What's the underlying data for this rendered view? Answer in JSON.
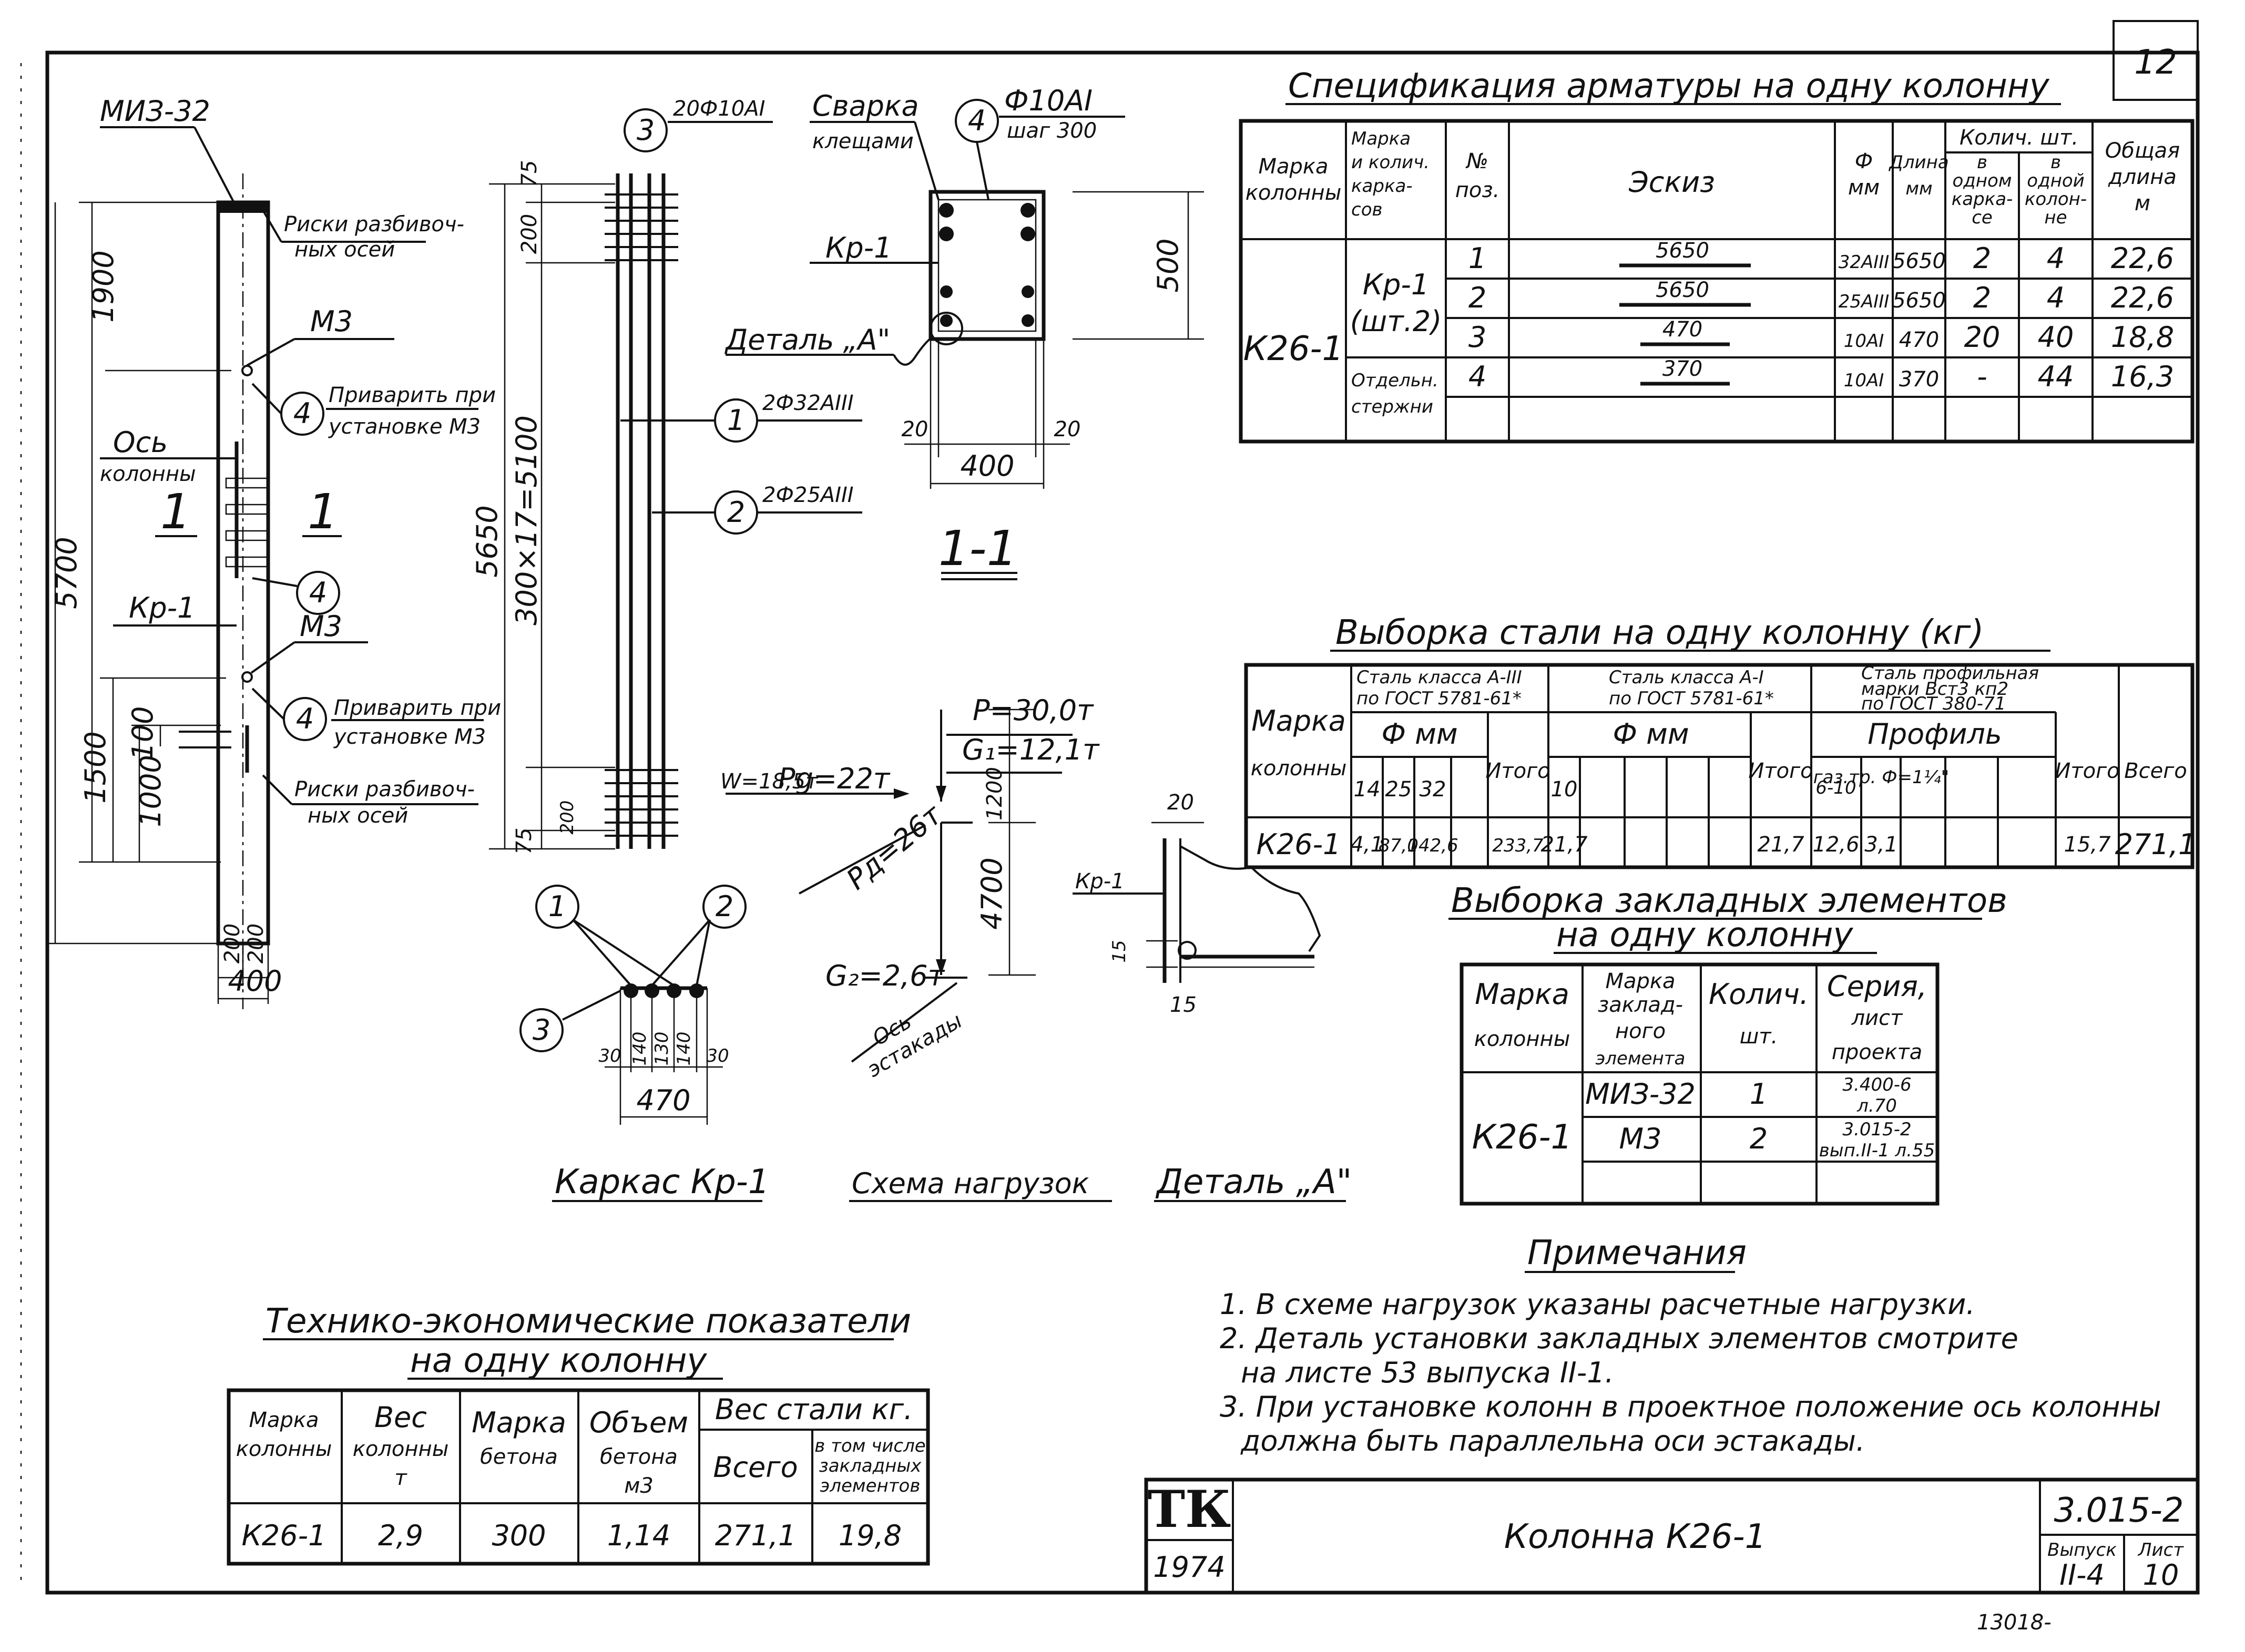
{
  "sheet": {
    "number_top": "12",
    "stamp_logo": "ТК",
    "year": "1974",
    "title": "Колонна К26-1",
    "code": "3.015-2",
    "vypusk_label": "Выпуск",
    "vypusk_value": "II-4",
    "list_label": "Лист",
    "list_value": "10",
    "archive_no": "13018-"
  },
  "column_elevation": {
    "miz": "МИЗ-32",
    "riski_top": [
      "Риски разбивоч-",
      "ных осей"
    ],
    "m3_top": "М3",
    "weld_top": [
      "Приварить при",
      "установке М3"
    ],
    "axis": [
      "Ось",
      "колонны"
    ],
    "section_mark": "1",
    "kp": "Кр-1",
    "m3_bottom": "М3",
    "weld_bottom": [
      "Приварить при",
      "установке М3"
    ],
    "riski_bottom": [
      "Риски разбивоч-",
      "ных осей"
    ],
    "dims": [
      "1900",
      "5700",
      "1500",
      "1000",
      "100",
      "200",
      "200",
      "400"
    ],
    "callout_4": "4"
  },
  "cage": {
    "callout_3": "3",
    "bar_3": "20Ф10АI",
    "callout_1": "1",
    "bar_1": "2Ф32АIII",
    "callout_2": "2",
    "bar_2": "2Ф25АIII",
    "dims": [
      "75",
      "200",
      "5650",
      "300×17=5100",
      "75",
      "200"
    ],
    "section_dims": [
      "30",
      "140",
      "130",
      "140",
      "30",
      "470"
    ],
    "caption": "Каркас Кр-1"
  },
  "section": {
    "weld": [
      "Сварка",
      "клещами"
    ],
    "callout_4": "4",
    "bar_4": "Ф10АI",
    "step": "шаг 300",
    "kp": "Кр-1",
    "detail": "Деталь „А\"",
    "dims": [
      "500",
      "20",
      "20",
      "400"
    ],
    "caption": "1-1"
  },
  "loads": {
    "p": "P=30,0т",
    "g1": "G₁=12,1т",
    "w": "W=18,5т",
    "pg": "Pg=22т",
    "pd": "Pд=26т",
    "g2": "G₂=2,6т",
    "dims": [
      "1200",
      "4700"
    ],
    "axis": [
      "Ось",
      "эстакады"
    ],
    "caption": "Схема нагрузок"
  },
  "detail_a": {
    "dims": [
      "20",
      "15",
      "15"
    ],
    "kp": "Кр-1",
    "caption": "Деталь „А\""
  },
  "spec": {
    "title": "Спецификация арматуры на одну колонну",
    "headers": {
      "marka": [
        "Марка",
        "колонны"
      ],
      "karkas": [
        "Марка",
        "и колич.",
        "карка-",
        "сов"
      ],
      "poz": [
        "№",
        "поз."
      ],
      "eskiz": "Эскиз",
      "phi": [
        "Ф",
        "мм"
      ],
      "dlina": [
        "Длина",
        "мм"
      ],
      "kolich": "Колич. шт.",
      "v_karkase": [
        "в",
        "одном",
        "карка-",
        "се"
      ],
      "v_kolonne": [
        "в",
        "одной",
        "колон-",
        "не"
      ],
      "obshchaya": [
        "Общая",
        "длина",
        "м"
      ]
    },
    "column_mark": "К26-1",
    "karkas_mark": [
      "Кр-1",
      "(шт.2)"
    ],
    "otd_sterzhni": [
      "Отдельн.",
      "стержни"
    ],
    "rows": [
      {
        "poz": "1",
        "eskiz": "5650",
        "phi": "32АIII",
        "dlina": "5650",
        "v_karkase": "2",
        "v_kolonne": "4",
        "obshch": "22,6"
      },
      {
        "poz": "2",
        "eskiz": "5650",
        "phi": "25АIII",
        "dlina": "5650",
        "v_karkase": "2",
        "v_kolonne": "4",
        "obshch": "22,6"
      },
      {
        "poz": "3",
        "eskiz": "470",
        "phi": "10АI",
        "dlina": "470",
        "v_karkase": "20",
        "v_kolonne": "40",
        "obshch": "18,8"
      },
      {
        "poz": "4",
        "eskiz": "370",
        "phi": "10АI",
        "dlina": "370",
        "v_karkase": "-",
        "v_kolonne": "44",
        "obshch": "16,3"
      }
    ]
  },
  "steel": {
    "title": "Выборка стали на одну колонну (кг)",
    "headers": {
      "marka": [
        "Марка",
        "колонны"
      ],
      "a3": [
        "Сталь класса А-III",
        "по ГОСТ 5781-61*"
      ],
      "a1": [
        "Сталь класса А-I",
        "по ГОСТ 5781-61*"
      ],
      "prof": [
        "Сталь профильная",
        "марки Вст3 кп2",
        "по ГОСТ 380-71"
      ],
      "phi_mm": "Ф мм",
      "profile": "Профиль",
      "itogo": "Итого",
      "vsego": "Всего",
      "a3_diams": [
        "14",
        "25",
        "32"
      ],
      "a1_diams": [
        "10"
      ],
      "prof_cols": [
        "6-10",
        "газ.тр. Ф=1¼\""
      ]
    },
    "row": {
      "marka": "К26-1",
      "a3": [
        "4,1",
        "87,0",
        "142,6"
      ],
      "a3_itogo": "233,7",
      "a1": [
        "21,7"
      ],
      "a1_itogo": "21,7",
      "prof": [
        "12,6",
        "3,1"
      ],
      "prof_itogo": "15,7",
      "vsego": "271,1"
    }
  },
  "embedded": {
    "title": [
      "Выборка закладных элементов",
      "на одну колонну"
    ],
    "headers": {
      "marka": [
        "Марка",
        "колонны"
      ],
      "zakl": [
        "Марка",
        "заклад-",
        "ного",
        "элемента"
      ],
      "kol": [
        "Колич.",
        "шт."
      ],
      "seria": [
        "Серия,",
        "лист",
        "проекта"
      ]
    },
    "column_mark": "К26-1",
    "rows": [
      {
        "el": "МИЗ-32",
        "kol": "1",
        "seria": [
          "3.400-6",
          "л.70"
        ]
      },
      {
        "el": "М3",
        "kol": "2",
        "seria": [
          "3.015-2",
          "вып.II-1 л.55"
        ]
      }
    ]
  },
  "notes": {
    "title": "Примечания",
    "lines": [
      "1. В схеме нагрузок указаны расчетные нагрузки.",
      "2. Деталь установки закладных элементов смотрите",
      "на листе 53 выпуска II-1.",
      "3. При установке колонн в проектное положение ось колонны",
      "должна быть параллельна оси эстакады."
    ]
  },
  "tep": {
    "title": [
      "Технико-экономические показатели",
      "на одну колонну"
    ],
    "headers": {
      "marka": [
        "Марка",
        "колонны"
      ],
      "ves": [
        "Вес",
        "колонны",
        "т"
      ],
      "beton": [
        "Марка",
        "бетона"
      ],
      "obem": [
        "Объем",
        "бетона",
        "м3"
      ],
      "ves_stali": "Вес стали кг.",
      "vsego": "Всего",
      "zakl": [
        "в том числе",
        "закладных",
        "элементов"
      ]
    },
    "row": {
      "marka": "К26-1",
      "ves": "2,9",
      "beton": "300",
      "obem": "1,14",
      "vsego": "271,1",
      "zakl": "19,8"
    }
  }
}
